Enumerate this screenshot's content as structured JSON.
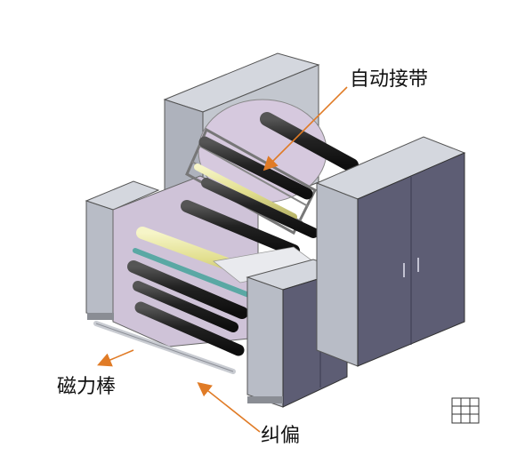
{
  "labels": {
    "auto_splice": "自动接带",
    "magnetic_rod": "磁力棒",
    "edge_guide": "纠偏"
  },
  "colors": {
    "cabinet_front": "#5d5d74",
    "cabinet_side": "#b8bcc6",
    "cabinet_top": "#d4d7de",
    "frame_panel": "#cfc3d8",
    "roller_dark": "#2b2b2b",
    "roller_yellow": "#e8e6a0",
    "roller_teal": "#5aa8a4",
    "arrow": "#e07b26"
  },
  "icons": [
    "grid-icon"
  ]
}
